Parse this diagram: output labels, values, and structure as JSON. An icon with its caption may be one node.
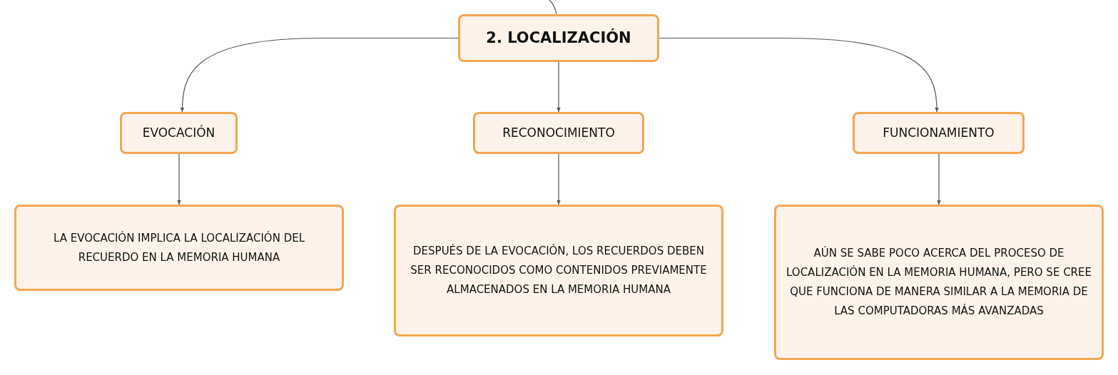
{
  "diagram": {
    "nodes": [
      {
        "text": [
          "2. LOCALIZACIÓN"
        ]
      },
      {
        "text": [
          "EVOCACIÓN"
        ]
      },
      {
        "text": [
          "RECONOCIMIENTO"
        ]
      },
      {
        "text": [
          "FUNCIONAMIENTO"
        ]
      },
      {
        "text": [
          "LA EVOCACIÓN IMPLICA LA LOCALIZACIÓN DEL RECUERDO EN LA MEMORIA HUMANA"
        ]
      },
      {
        "text": [
          "DESPUÉS DE LA EVOCACIÓN, LOS RECUERDOS DEBEN SER RECONOCIDOS COMO CONTENIDOS PREVIAMENTE ALMACENADOS EN LA MEMORIA HUMANA"
        ]
      },
      {
        "text": [
          "AÚN SE SABE POCO ACERCA DEL PROCESO DE LOCALIZACIÓN EN LA MEMORIA HUMANA, PERO SE CREE QUE FUNCIONA DE MANERA SIMILAR A LA MEMORIA DE LAS COMPUTADORAS MÁS AVANZADAS"
        ]
      }
    ],
    "edges": [
      {
        "from": null,
        "to": 0,
        "arrow": "none"
      },
      {
        "from": 0,
        "to": 1,
        "arrow": "to"
      },
      {
        "from": 0,
        "to": 2,
        "arrow": "to"
      },
      {
        "from": 0,
        "to": 3,
        "arrow": "to"
      },
      {
        "from": 1,
        "to": 4,
        "arrow": "to"
      },
      {
        "from": 2,
        "to": 5,
        "arrow": "to"
      },
      {
        "from": 3,
        "to": 6,
        "arrow": "to"
      }
    ]
  }
}
